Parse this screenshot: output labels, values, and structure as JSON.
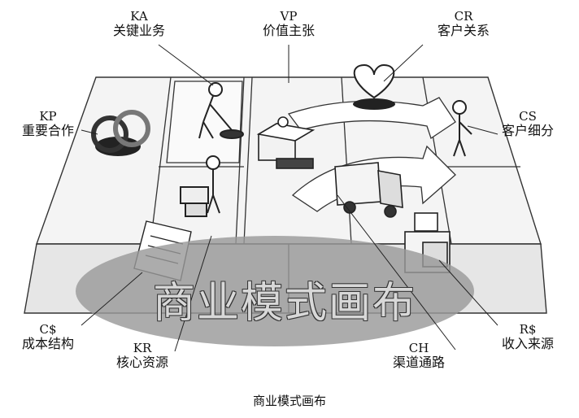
{
  "blocks": {
    "ka": {
      "code": "KA",
      "name": "关键业务"
    },
    "vp": {
      "code": "VP",
      "name": "价值主张"
    },
    "cr": {
      "code": "CR",
      "name": "客户关系"
    },
    "kp": {
      "code": "KP",
      "name": "重要合作"
    },
    "cs": {
      "code": "CS",
      "name": "客户细分"
    },
    "cost": {
      "code": "C$",
      "name": "成本结构"
    },
    "kr": {
      "code": "KR",
      "name": "核心资源"
    },
    "ch": {
      "code": "CH",
      "name": "渠道通路"
    },
    "rev": {
      "code": "R$",
      "name": "收入来源"
    }
  },
  "overlay_title": "商业模式画布",
  "caption": "商业模式画布",
  "colors": {
    "ellipse": "#9a9a9a",
    "board": "#f4f4f4",
    "stroke": "#333333"
  }
}
